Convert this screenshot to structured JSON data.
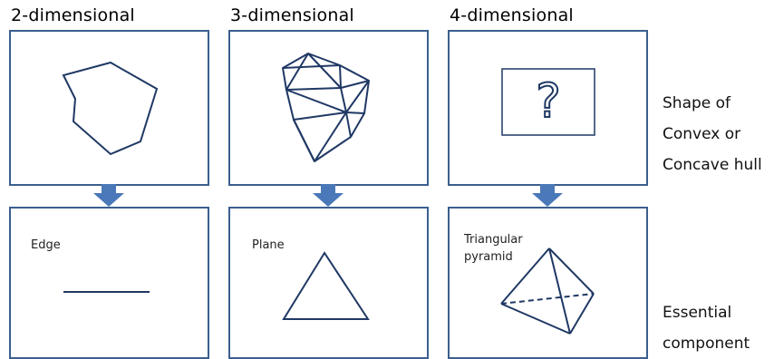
{
  "columns": [
    {
      "title": "2-dimensional",
      "component_label": "Edge"
    },
    {
      "title": "3-dimensional",
      "component_label": "Plane"
    },
    {
      "title": "4-dimensional",
      "component_label": "Triangular pyramid",
      "unknown_symbol": "?"
    }
  ],
  "side_labels": {
    "shape": [
      "Shape of",
      "Convex or",
      "Concave hull"
    ],
    "essential": [
      "Essential",
      "component"
    ]
  },
  "colors": {
    "border": "#3b5f8f",
    "arrow": "#4a78b8",
    "lines": "#1f3864"
  }
}
